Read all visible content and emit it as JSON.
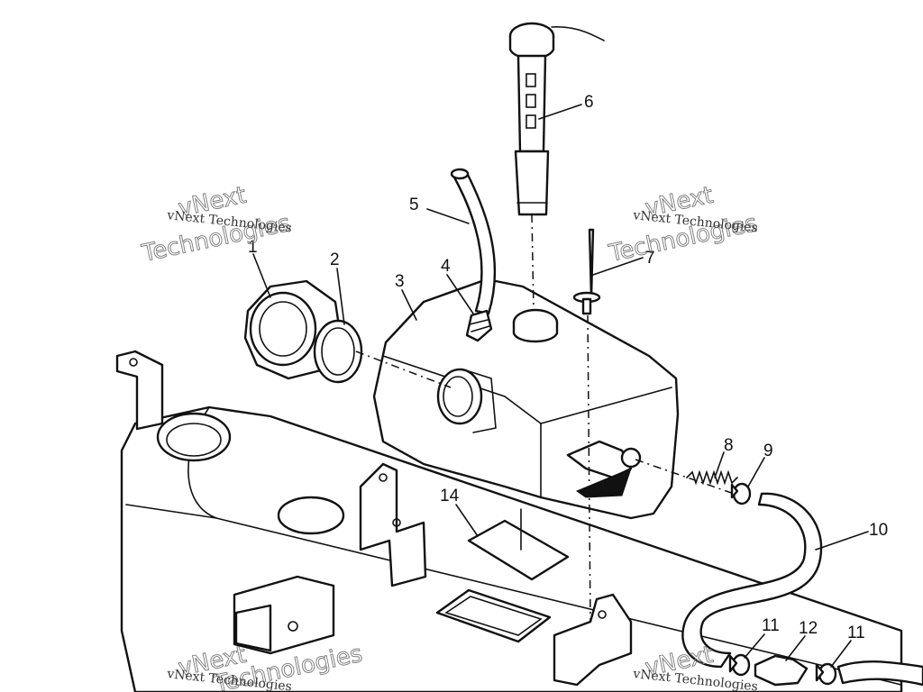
{
  "callouts": [
    {
      "id": "1",
      "label": "1"
    },
    {
      "id": "2",
      "label": "2"
    },
    {
      "id": "3",
      "label": "3"
    },
    {
      "id": "4",
      "label": "4"
    },
    {
      "id": "5",
      "label": "5"
    },
    {
      "id": "6",
      "label": "6"
    },
    {
      "id": "7",
      "label": "7"
    },
    {
      "id": "8",
      "label": "8"
    },
    {
      "id": "9",
      "label": "9"
    },
    {
      "id": "10",
      "label": "10"
    },
    {
      "id": "11a",
      "label": "11"
    },
    {
      "id": "12",
      "label": "12"
    },
    {
      "id": "11b",
      "label": "11"
    },
    {
      "id": "14",
      "label": "14"
    }
  ],
  "watermark": {
    "line": "vNext Technologies",
    "big_top": "vNext",
    "big_bottom": "Technologies"
  },
  "colors": {
    "ink": "#111111",
    "background": "#ffffff",
    "watermark": "#777777"
  }
}
